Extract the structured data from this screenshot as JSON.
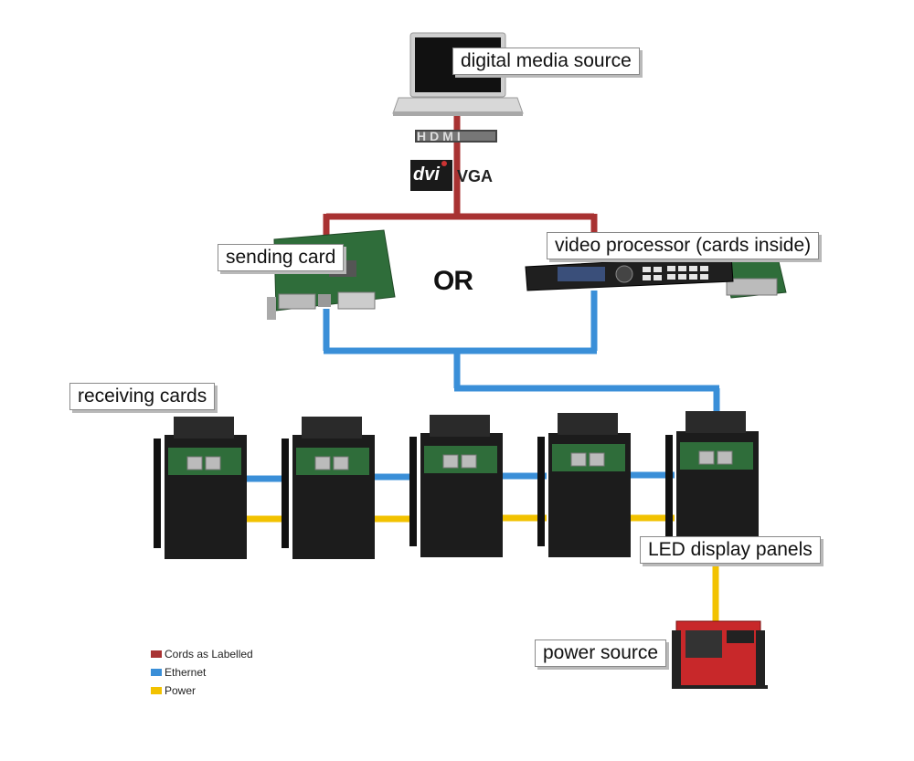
{
  "labels": {
    "digital_media_source": "digital media source",
    "sending_card": "sending card",
    "video_processor": "video processor (cards inside)",
    "or": "OR",
    "receiving_cards": "receiving cards",
    "led_display_panels": "LED display panels",
    "power_source": "power source"
  },
  "connectors": {
    "hdmi": "HDMI",
    "dvi": "dvi",
    "vga": "VGA"
  },
  "legend": [
    {
      "label": "Cords as Labelled",
      "color": "#a83232"
    },
    {
      "label": "Ethernet",
      "color": "#3a8fd8"
    },
    {
      "label": "Power",
      "color": "#f2c200"
    }
  ],
  "colors": {
    "cord": "#a83232",
    "ethernet": "#3a8fd8",
    "power": "#f2c200"
  }
}
